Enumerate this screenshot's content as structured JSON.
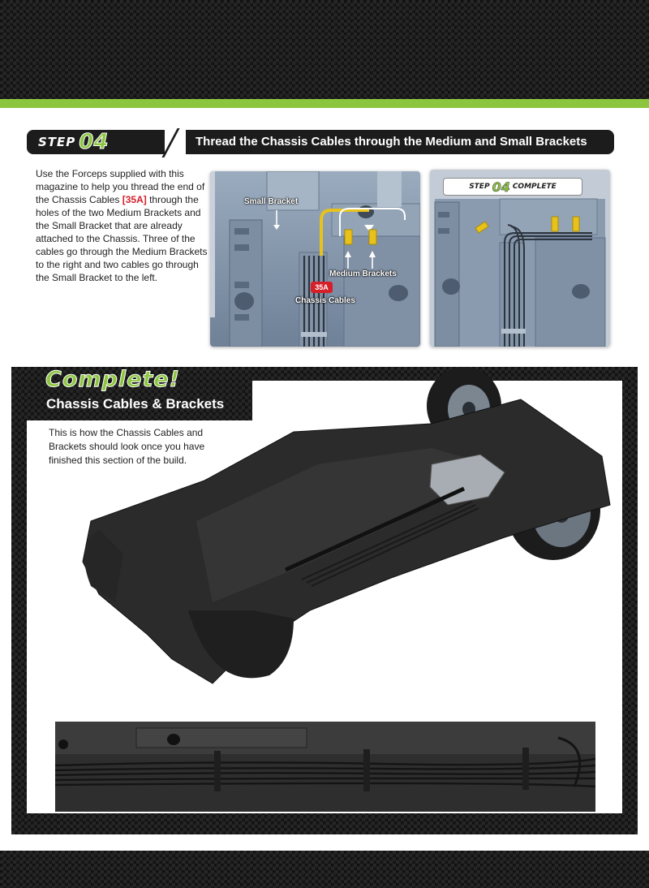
{
  "step": {
    "word": "STEP",
    "number": "04",
    "title": "Thread the Chassis Cables through the Medium and Small Brackets"
  },
  "instructions": {
    "text_before": "Use the Forceps supplied with this magazine to help you thread the end of the Chassis Cables ",
    "part_ref": "[35A]",
    "text_after": " through the holes of the two Medium Brackets and the Small Bracket that are already attached to the Chassis. Three of the cables go through the Medium Brackets to the right and two cables go through the Small Bracket to the left."
  },
  "diagram_before": {
    "small_bracket_label": "Small Bracket",
    "medium_brackets_label": "Medium Brackets",
    "part_code": "35A",
    "chassis_cables_label": "Chassis Cables"
  },
  "diagram_after": {
    "tag_word_1": "STEP",
    "tag_number": "04",
    "tag_word_2": "COMPLETE"
  },
  "complete": {
    "title": "Complete!",
    "subtitle": "Chassis Cables & Brackets",
    "description": "This is how the Chassis Cables and Brackets should look once you have finished this section of the build."
  },
  "colors": {
    "accent_green": "#8cc63f",
    "part_red": "#d5202a",
    "bracket_yellow": "#e8c21a",
    "chassis_blue_grey": "#8a9bb0"
  }
}
